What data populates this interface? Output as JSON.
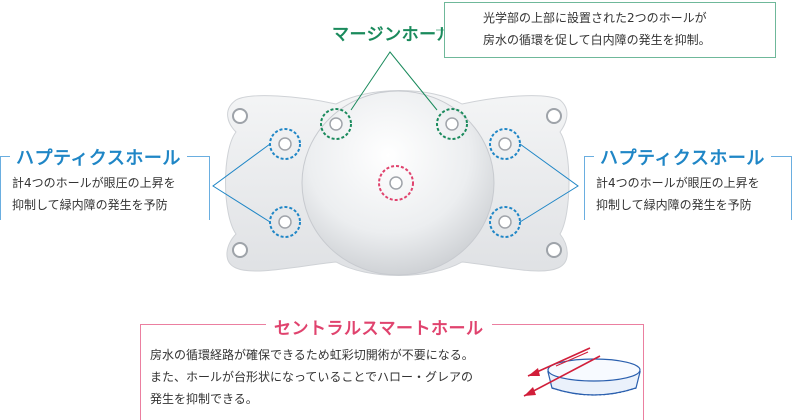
{
  "margin_hole": {
    "title": "マージンホール",
    "desc_lines": [
      "光学部の上部に設置された2つのホールが",
      "房水の循環を促して白内障の発生を抑制。"
    ],
    "color": "#1a8a5c"
  },
  "haptic_left": {
    "title": "ハプティクスホール",
    "desc_lines": [
      "計4つのホールが眼圧の上昇を",
      "抑制して緑内障の発生を予防"
    ],
    "color": "#1f86c6"
  },
  "haptic_right": {
    "title": "ハプティクスホール",
    "desc_lines": [
      "計4つのホールが眼圧の上昇を",
      "抑制して緑内障の発生を予防"
    ],
    "color": "#1f86c6"
  },
  "central_hole": {
    "title": "セントラルスマートホール",
    "desc_lines": [
      "房水の循環経路が確保できるため虹彩切開術が不要になる。",
      "また、ホールが台形状になっていることでハロー・グレアの",
      "発生を抑制できる。"
    ],
    "color": "#e0436e"
  }
}
